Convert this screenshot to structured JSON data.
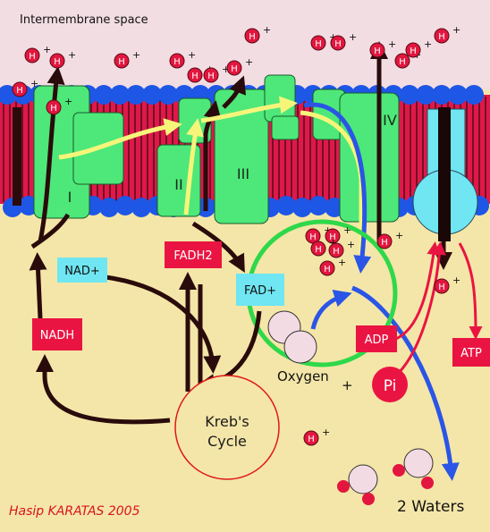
{
  "labels": {
    "intermembrane": "Intermembrane space",
    "complex_1": "I",
    "complex_2": "II",
    "complex_3": "III",
    "complex_4": "IV",
    "nad_plus": "NAD+",
    "nadh": "NADH",
    "fadh2": "FADH2",
    "fad_plus": "FAD+",
    "kreb_line1": "Kreb's",
    "kreb_line2": "Cycle",
    "oxygen": "Oxygen",
    "oxygen_plus": "+",
    "adp": "ADP",
    "pi": "Pi",
    "atp": "ATP",
    "waters": "2 Waters",
    "credit": "Hasip KARATAS 2005",
    "h": "H",
    "h_plus": "+"
  },
  "colors": {
    "intermembrane_bg": "#f2dde3",
    "matrix_bg": "#f4e6a8",
    "membrane_red": "#e0184a",
    "head_blue": "#1e56e6",
    "complex_green": "#4de879",
    "label_cyan": "#6fe6f2",
    "label_red": "#ea1442",
    "yellow_flow": "#f6f57a",
    "blue_flow": "#2a55e6",
    "dark_arrow": "#2a0b0b",
    "credit_red": "#d8141e",
    "kreb_circle": "#e01818",
    "green_circle": "#2fd84a"
  },
  "icons": [
    "hydrogen-ion-icon",
    "oxygen-molecule-icon",
    "water-molecule-icon",
    "atp-synthase-icon"
  ]
}
